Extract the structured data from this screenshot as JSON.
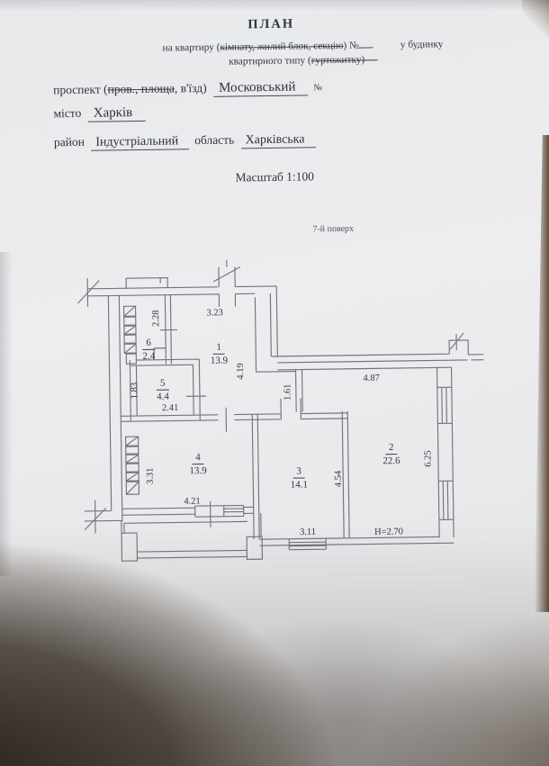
{
  "document": {
    "title": "ПЛАН",
    "subtitle1": {
      "prefix": "на квартиру (",
      "struck": "кімнату, жилий блок, секцію",
      "mid": ") №",
      "suffix": "у будинку"
    },
    "subtitle2": {
      "prefix": "квартирного типу (",
      "struck": "гуртожитку) —"
    },
    "address": {
      "prospekt_label": "проспект (",
      "prospekt_struck": "пров., площа",
      "prospekt_rest": ", в'їзд)",
      "street": "Московський",
      "number_sign": "№",
      "city_label": "місто",
      "city": "Харків",
      "district_label": "район",
      "district": "Індустріальний",
      "region_label": "область",
      "region": "Харківська"
    },
    "scale": "Масштаб 1:100",
    "floor": "7-й поверх"
  },
  "plan": {
    "rooms": {
      "r1": {
        "number": "1",
        "area": "13.9"
      },
      "r2": {
        "number": "2",
        "area": "22.6"
      },
      "r3": {
        "number": "3",
        "area": "14.1"
      },
      "r4": {
        "number": "4",
        "area": "13.9"
      },
      "r5": {
        "number": "5",
        "area": "4.4"
      },
      "r6": {
        "number": "6",
        "area": "2.4"
      }
    },
    "dims": {
      "d323": "3.23",
      "d228": "2.28",
      "d419": "4.19",
      "d487": "4.87",
      "d161": "1.61",
      "d183": "1.83",
      "d241": "2.41",
      "d331": "3.31",
      "d421": "4.21",
      "d311": "3.11",
      "d454": "4.54",
      "d625": "6.25",
      "h270": "H=2.70"
    }
  },
  "colors": {
    "paper": "#eceded",
    "plan_line": "#70757b",
    "ink": "#31373d",
    "photo_edge_brown": "#5d4936"
  }
}
